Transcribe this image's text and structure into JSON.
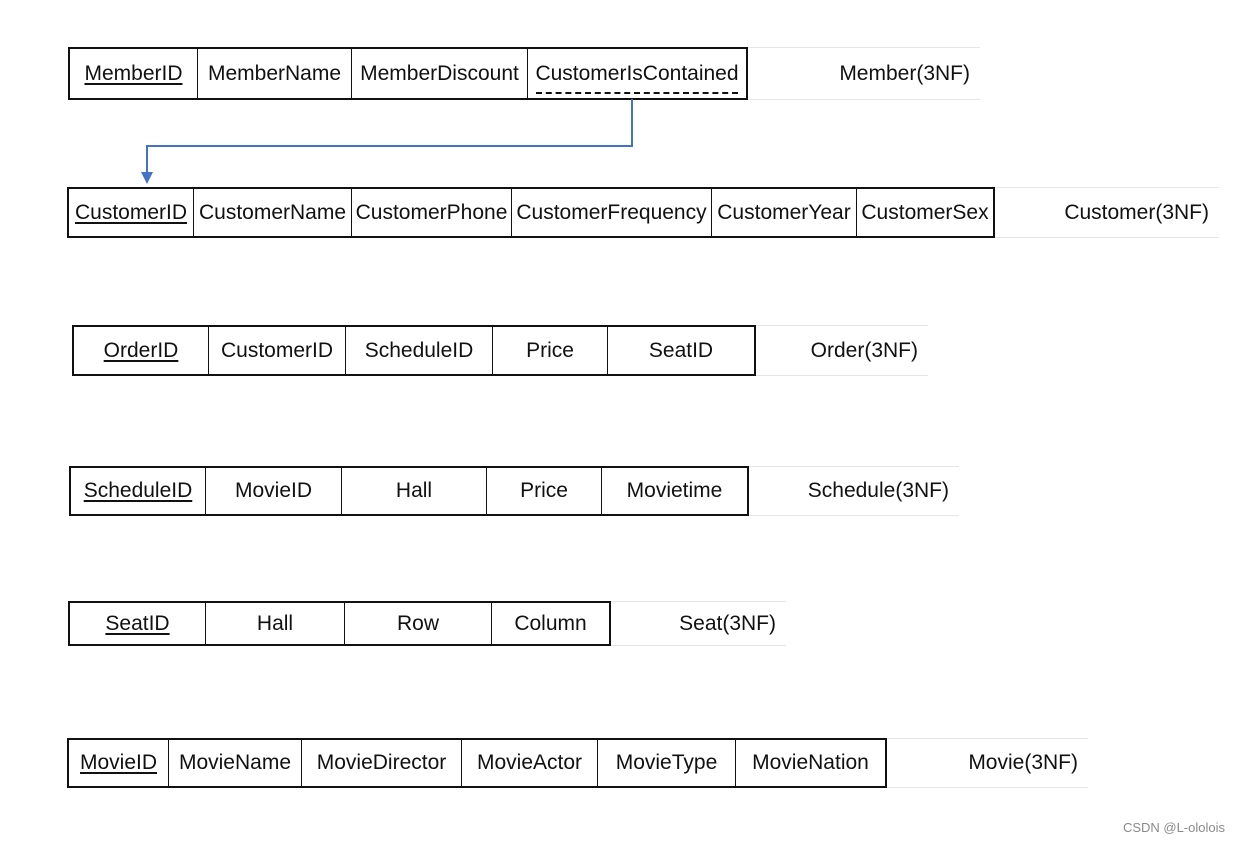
{
  "relations": {
    "member": {
      "name": "Member(3NF)",
      "attributes": [
        "MemberID",
        "MemberName",
        "MemberDiscount",
        "CustomerIsContained"
      ]
    },
    "customer": {
      "name": "Customer(3NF)",
      "attributes": [
        "CustomerID",
        "CustomerName",
        "CustomerPhone",
        "CustomerFrequency",
        "CustomerYear",
        "CustomerSex"
      ]
    },
    "order": {
      "name": "Order(3NF)",
      "attributes": [
        "OrderID",
        "CustomerID",
        "ScheduleID",
        "Price",
        "SeatID"
      ]
    },
    "schedule": {
      "name": "Schedule(3NF)",
      "attributes": [
        "ScheduleID",
        "MovieID",
        "Hall",
        "Price",
        "Movietime"
      ]
    },
    "seat": {
      "name": "Seat(3NF)",
      "attributes": [
        "SeatID",
        "Hall",
        "Row",
        "Column"
      ]
    },
    "movie": {
      "name": "Movie(3NF)",
      "attributes": [
        "MovieID",
        "MovieName",
        "MovieDirector",
        "MovieActor",
        "MovieType",
        "MovieNation"
      ]
    }
  },
  "watermark": "CSDN @L-ololois",
  "colors": {
    "connector": "#4472c4",
    "border": "#111111"
  }
}
